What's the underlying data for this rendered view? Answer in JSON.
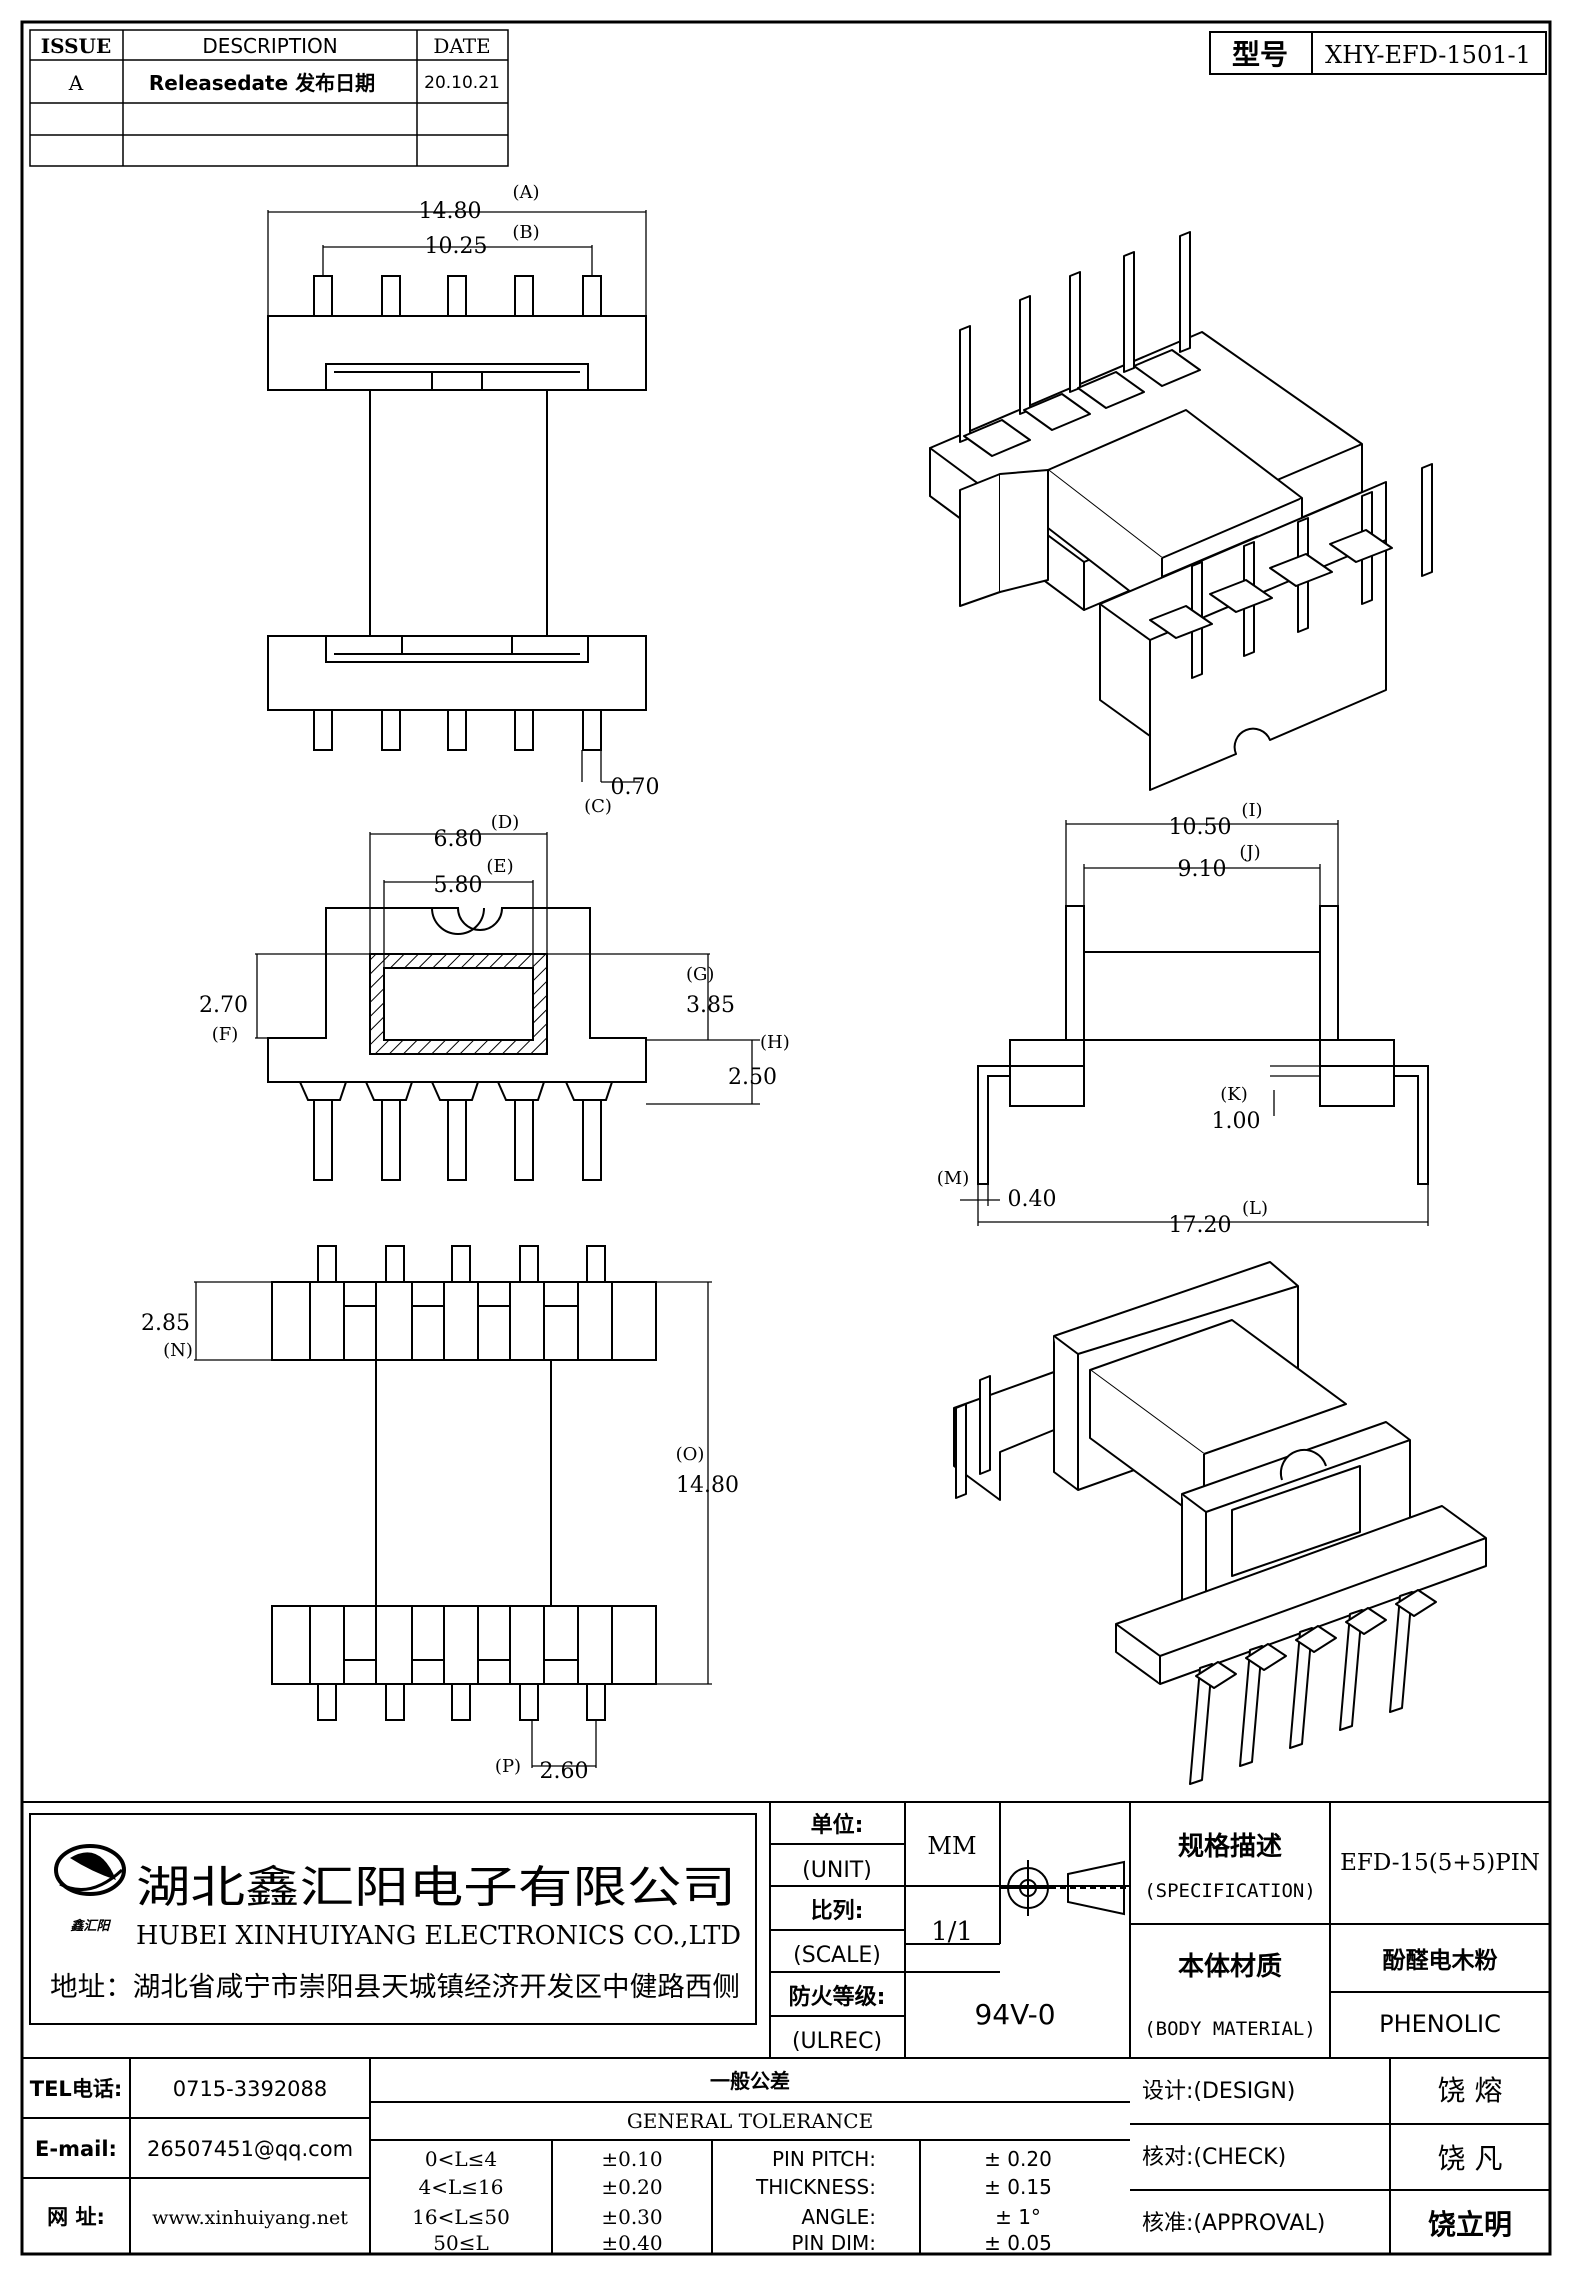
{
  "revision_table": {
    "headers": [
      "ISSUE",
      "DESCRIPTION",
      "DATE"
    ],
    "rows": [
      [
        "A",
        "Releasedate 发布日期",
        "20.10.21"
      ],
      [
        "",
        "",
        ""
      ],
      [
        "",
        "",
        ""
      ]
    ]
  },
  "model": {
    "label": "型号",
    "value": "XHY-EFD-1501-1"
  },
  "dimensions": {
    "A": "(A)",
    "A_val": "14.80",
    "B": "(B)",
    "B_val": "10.25",
    "C": "(C)",
    "C_val": "0.70",
    "D": "(D)",
    "D_val": "6.80",
    "E": "(E)",
    "E_val": "5.80",
    "F": "(F)",
    "F_val": "2.70",
    "G": "(G)",
    "G_val": "3.85",
    "H": "(H)",
    "H_val": "2.50",
    "I": "(I)",
    "I_val": "10.50",
    "J": "(J)",
    "J_val": "9.10",
    "K": "(K)",
    "K_val": "1.00",
    "L": "(L)",
    "L_val": "17.20",
    "M": "(M)",
    "M_val": "0.40",
    "N": "(N)",
    "N_val": "2.85",
    "O": "(O)",
    "O_val": "14.80",
    "P": "(P)",
    "P_val": "2.60"
  },
  "company": {
    "name_cn": "湖北鑫汇阳电子有限公司",
    "name_en": "HUBEI XINHUIYANG ELECTRONICS CO.,LTD",
    "address": "地址：湖北省咸宁市崇阳县天城镇经济开发区中健路西侧",
    "logo_text": "鑫汇阳"
  },
  "title_block": {
    "unit_cn": "单位:",
    "unit_en": "(UNIT)",
    "unit_val": "MM",
    "scale_cn": "比列:",
    "scale_en": "(SCALE)",
    "scale_val": "1/1",
    "fire_cn": "防火等级:",
    "fire_en": "(ULREC)",
    "fire_val": "94V-0",
    "spec_cn": "规格描述",
    "spec_en": "(SPECIFICATION)",
    "spec_val": "EFD-15(5+5)PIN",
    "mat_cn": "本体材质",
    "mat_en": "(BODY MATERIAL)",
    "mat_val_cn": "酚醛电木粉",
    "mat_val_en": "PHENOLIC"
  },
  "contact": {
    "tel_label": "TEL电话:",
    "tel": "0715-3392088",
    "email_label": "E-mail:",
    "email": "26507451@qq.com",
    "web_label": "网  址:",
    "web": "www.xinhuiyang.net"
  },
  "tolerance": {
    "title_cn": "一般公差",
    "title_en": "GENERAL TOLERANCE",
    "ranges": [
      [
        "0<L≤4",
        "±0.10"
      ],
      [
        "4<L≤16",
        "±0.20"
      ],
      [
        "16<L≤50",
        "±0.30"
      ],
      [
        "50≤L",
        "±0.40"
      ]
    ],
    "specs": [
      [
        "PIN PITCH:",
        "±  0.20"
      ],
      [
        "THICKNESS:",
        "±  0.15"
      ],
      [
        "ANGLE:",
        "±  1°"
      ],
      [
        "PIN DIM:",
        "±  0.05"
      ]
    ]
  },
  "signoff": {
    "design_label": "设计:(DESIGN)",
    "design_name": "饶  熔",
    "check_label": "核对:(CHECK)",
    "check_name": "饶  凡",
    "approval_label": "核准:(APPROVAL)",
    "approval_name": "饶立明"
  }
}
